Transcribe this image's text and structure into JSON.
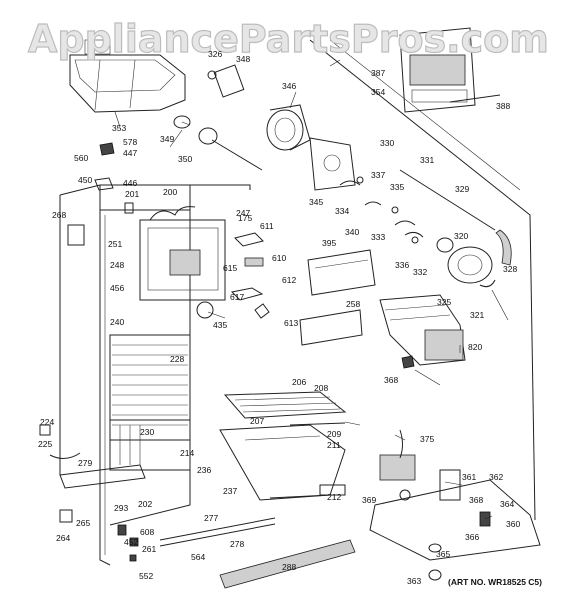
{
  "watermark": "AppliancePartsPros.com",
  "art_number": "(ART NO. WR18525 C5)",
  "part_labels": [
    "326",
    "348",
    "346",
    "353",
    "349",
    "350",
    "578",
    "447",
    "560",
    "446",
    "450",
    "201",
    "200",
    "268",
    "251",
    "247",
    "175",
    "611",
    "610",
    "615",
    "612",
    "617",
    "613",
    "240",
    "248",
    "456",
    "435",
    "228",
    "230",
    "224",
    "225",
    "279",
    "214",
    "236",
    "202",
    "293",
    "265",
    "264",
    "608",
    "452",
    "261",
    "552",
    "564",
    "277",
    "278",
    "288",
    "237",
    "206",
    "208",
    "207",
    "209",
    "211",
    "212",
    "375",
    "369",
    "361",
    "362",
    "368",
    "364",
    "360",
    "366",
    "365",
    "363",
    "387",
    "354",
    "388",
    "330",
    "331",
    "337",
    "335",
    "329",
    "345",
    "334",
    "340",
    "333",
    "336",
    "332",
    "320",
    "325",
    "328",
    "321",
    "395",
    "258",
    "820",
    "368"
  ],
  "icons": [
    "diagram-exploded-view"
  ]
}
